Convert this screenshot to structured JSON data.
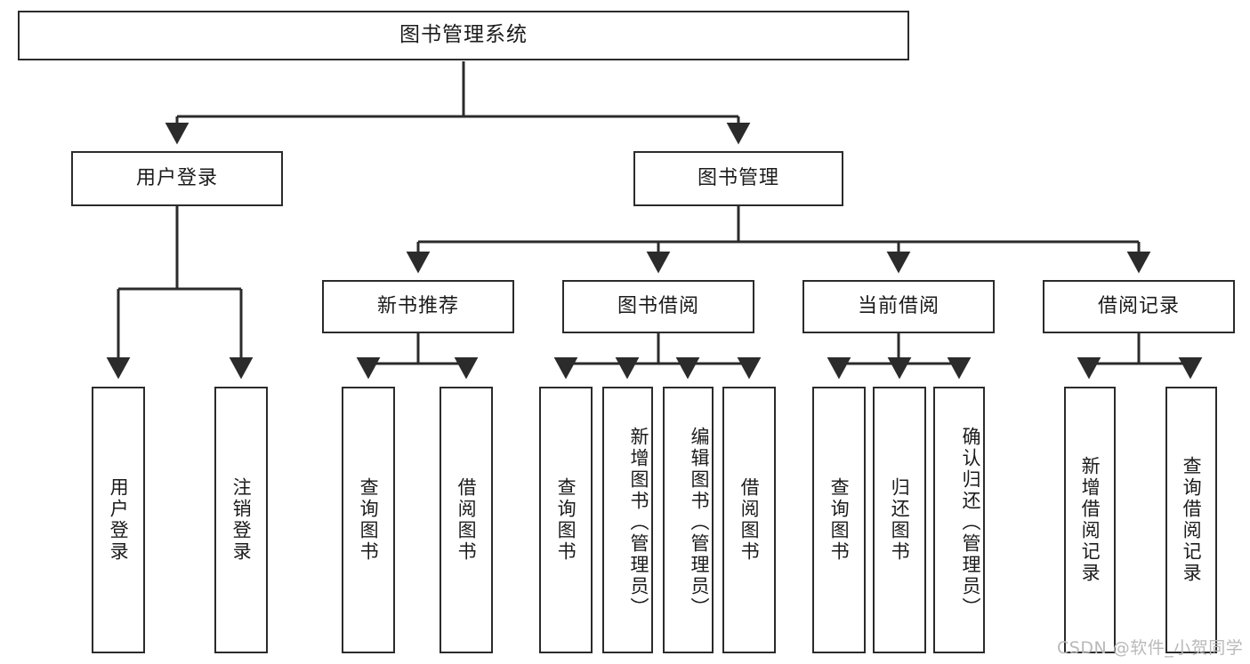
{
  "diagram": {
    "title": "图书管理系统",
    "type": "tree-hierarchy-chart",
    "colors": {
      "stroke": "#2b2b2b",
      "fill": "#ffffff",
      "text": "#1b1b1b",
      "watermark": "#b9b9b9"
    },
    "watermark": "CSDN @软件_小贺同学",
    "nodes": {
      "root": {
        "label": "图书管理系统"
      },
      "level2": [
        {
          "label": "用户登录"
        },
        {
          "label": "图书管理"
        }
      ],
      "level3": [
        {
          "label": "新书推荐"
        },
        {
          "label": "图书借阅"
        },
        {
          "label": "当前借阅"
        },
        {
          "label": "借阅记录"
        }
      ],
      "login_children": [
        {
          "label": "用户登录"
        },
        {
          "label": "注销登录"
        }
      ],
      "recommend_children": [
        {
          "label": "查询图书"
        },
        {
          "label": "借阅图书"
        }
      ],
      "borrow_children": [
        {
          "label": "查询图书"
        },
        {
          "label": "新增图书（管理员）"
        },
        {
          "label": "编辑图书（管理员）"
        },
        {
          "label": "借阅图书"
        }
      ],
      "current_children": [
        {
          "label": "查询图书"
        },
        {
          "label": "归还图书"
        },
        {
          "label": "确认归还（管理员）"
        }
      ],
      "record_children": [
        {
          "label": "新增借阅记录"
        },
        {
          "label": "查询借阅记录"
        }
      ]
    }
  }
}
